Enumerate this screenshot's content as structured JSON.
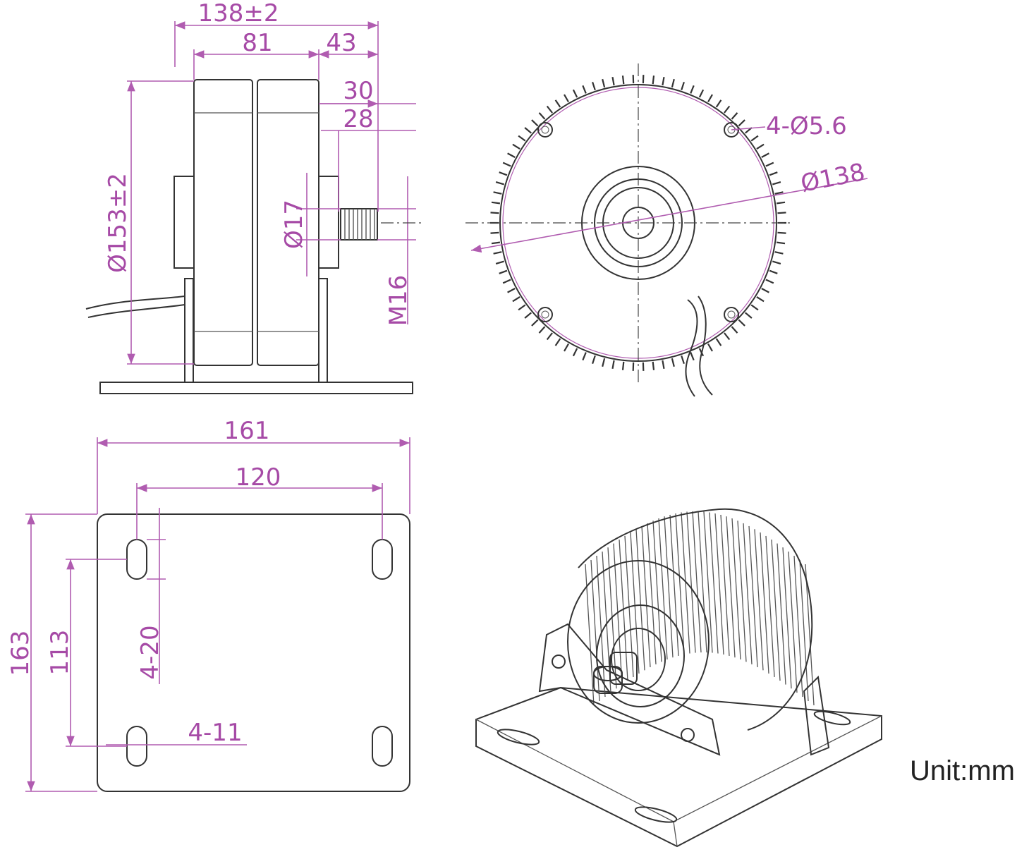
{
  "colors": {
    "dimension": "#a64aa6",
    "outline": "#333333",
    "background": "#ffffff"
  },
  "side_view": {
    "overall_length": "138±2",
    "body_length": "81",
    "shaft_length": "43",
    "shaft_dim_a": "30",
    "shaft_dim_b": "28",
    "diameter": "Ø153±2",
    "shaft_diameter": "Ø17",
    "thread": "M16"
  },
  "front_view": {
    "mount_holes": "4-Ø5.6",
    "pitch_circle": "Ø138"
  },
  "base_view": {
    "width": "161",
    "hole_spacing_x": "120",
    "height": "163",
    "hole_spacing_y": "113",
    "slot_length": "4-20",
    "slot_width": "4-11"
  },
  "unit_label": "Unit:mm"
}
